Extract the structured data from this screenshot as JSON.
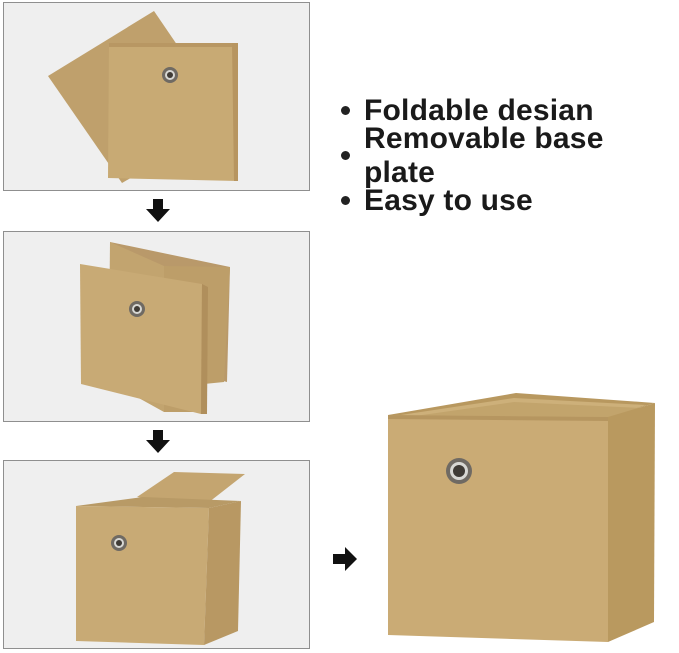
{
  "features": [
    {
      "text": "Foldable desian"
    },
    {
      "text": "Removable base plate"
    },
    {
      "text": "Easy to use"
    }
  ],
  "icons": {
    "step_arrow": "arrow-down-icon",
    "result_arrow": "arrow-right-icon",
    "grommet": "metal-grommet"
  },
  "colors": {
    "fabric": "#c7a872",
    "fabric_shadow": "#b89763",
    "panel_bg": "#efefef",
    "panel_border": "#8f8f8f",
    "text": "#1a1a1a"
  }
}
